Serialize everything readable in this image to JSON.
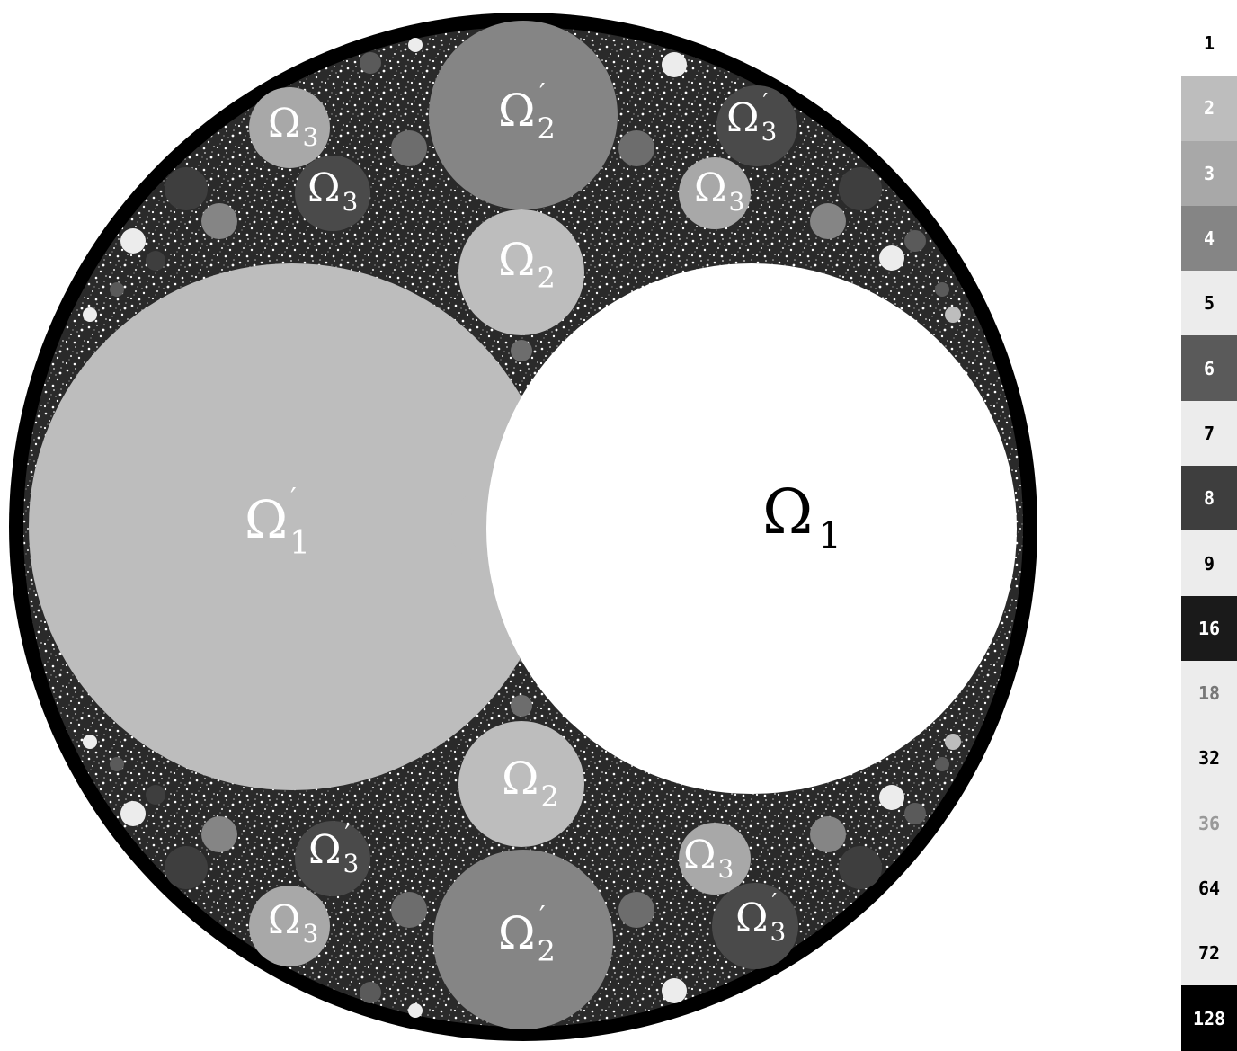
{
  "regions": [
    {
      "id": "omega-1",
      "symbol": "Ω",
      "sub": "1",
      "prime": false,
      "fill": "#ffffff",
      "text_color": "#000000"
    },
    {
      "id": "omega-1-prime",
      "symbol": "Ω",
      "sub": "1",
      "prime": true,
      "fill": "#bdbdbd",
      "text_color": "#ffffff"
    },
    {
      "id": "omega-2-top",
      "symbol": "Ω",
      "sub": "2",
      "prime": false,
      "fill": "#bdbdbd",
      "text_color": "#ffffff"
    },
    {
      "id": "omega-2-bottom",
      "symbol": "Ω",
      "sub": "2",
      "prime": false,
      "fill": "#bdbdbd",
      "text_color": "#ffffff"
    },
    {
      "id": "omega-2-prime-top",
      "symbol": "Ω",
      "sub": "2",
      "prime": true,
      "fill": "#858585",
      "text_color": "#ffffff"
    },
    {
      "id": "omega-2-prime-bottom",
      "symbol": "Ω",
      "sub": "2",
      "prime": true,
      "fill": "#858585",
      "text_color": "#ffffff"
    },
    {
      "id": "omega-3-a",
      "symbol": "Ω",
      "sub": "3",
      "prime": false,
      "fill": "#a8a8a8",
      "text_color": "#ffffff"
    },
    {
      "id": "omega-3-b",
      "symbol": "Ω",
      "sub": "3",
      "prime": false,
      "fill": "#4a4a4a",
      "text_color": "#ffffff"
    },
    {
      "id": "omega-3-prime-a",
      "symbol": "Ω",
      "sub": "3",
      "prime": true,
      "fill": "#4a4a4a",
      "text_color": "#ffffff"
    },
    {
      "id": "omega-3-c",
      "symbol": "Ω",
      "sub": "3",
      "prime": false,
      "fill": "#a8a8a8",
      "text_color": "#ffffff"
    },
    {
      "id": "omega-3-prime-b",
      "symbol": "Ω",
      "sub": "3",
      "prime": true,
      "fill": "#4a4a4a",
      "text_color": "#ffffff"
    },
    {
      "id": "omega-3-d",
      "symbol": "Ω",
      "sub": "3",
      "prime": false,
      "fill": "#a8a8a8",
      "text_color": "#ffffff"
    },
    {
      "id": "omega-3-e",
      "symbol": "Ω",
      "sub": "3",
      "prime": false,
      "fill": "#a8a8a8",
      "text_color": "#ffffff"
    },
    {
      "id": "omega-3-prime-c",
      "symbol": "Ω",
      "sub": "3",
      "prime": true,
      "fill": "#4a4a4a",
      "text_color": "#ffffff"
    }
  ],
  "legend": [
    {
      "label": "1",
      "bg": "#ffffff",
      "color": "#000000"
    },
    {
      "label": "2",
      "bg": "#bdbdbd",
      "color": "#ffffff"
    },
    {
      "label": "3",
      "bg": "#a8a8a8",
      "color": "#ffffff"
    },
    {
      "label": "4",
      "bg": "#858585",
      "color": "#ffffff"
    },
    {
      "label": "5",
      "bg": "#ececec",
      "color": "#000000"
    },
    {
      "label": "6",
      "bg": "#5a5a5a",
      "color": "#ffffff"
    },
    {
      "label": "7",
      "bg": "#ececec",
      "color": "#000000"
    },
    {
      "label": "8",
      "bg": "#3e3e3e",
      "color": "#ffffff"
    },
    {
      "label": "9",
      "bg": "#ececec",
      "color": "#000000"
    },
    {
      "label": "16",
      "bg": "#1a1a1a",
      "color": "#ffffff"
    },
    {
      "label": "18",
      "bg": "#ececec",
      "color": "#777777"
    },
    {
      "label": "32",
      "bg": "#ececec",
      "color": "#000000"
    },
    {
      "label": "36",
      "bg": "#ececec",
      "color": "#999999"
    },
    {
      "label": "64",
      "bg": "#ececec",
      "color": "#000000"
    },
    {
      "label": "72",
      "bg": "#ececec",
      "color": "#000000"
    },
    {
      "label": "128",
      "bg": "#000000",
      "color": "#ffffff"
    }
  ]
}
